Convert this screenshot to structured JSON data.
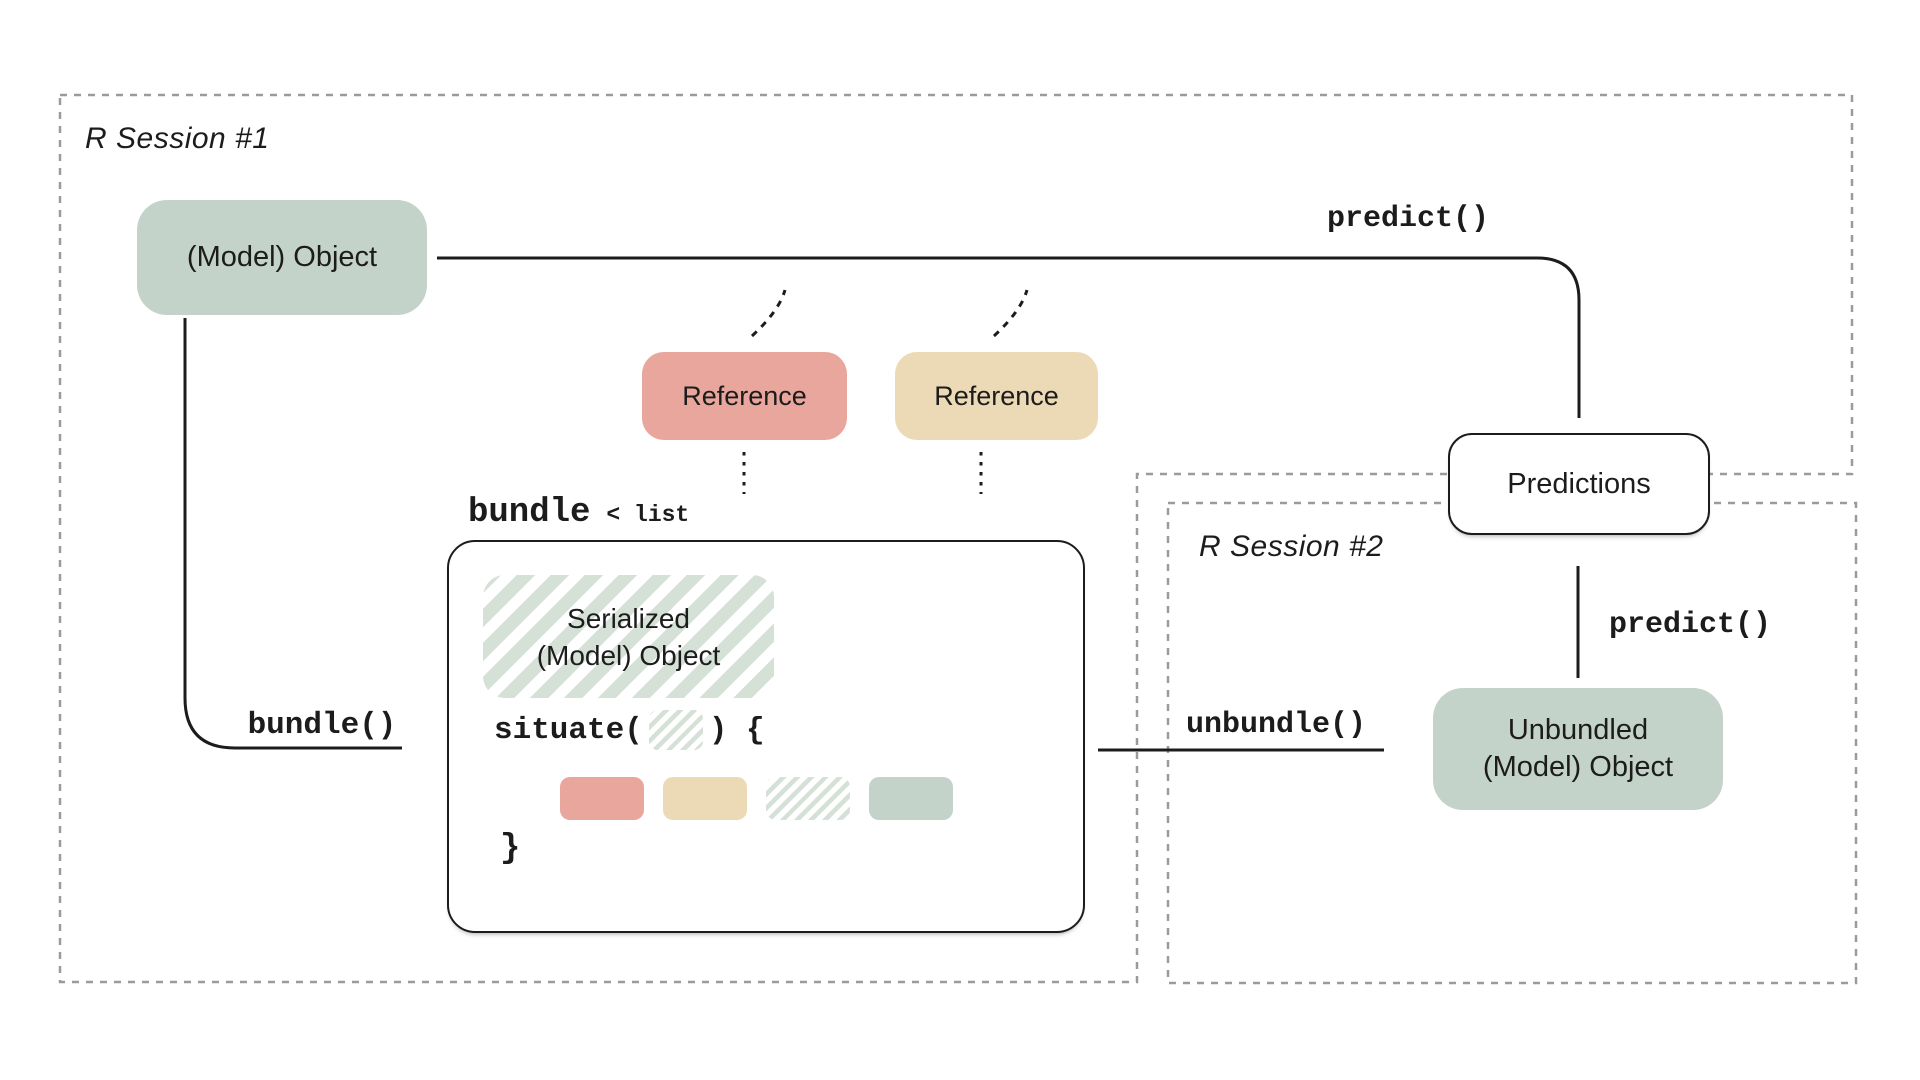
{
  "sessions": {
    "session1": {
      "label": "R Session #1"
    },
    "session2": {
      "label": "R Session #2"
    }
  },
  "nodes": {
    "model_object": {
      "label": "(Model) Object"
    },
    "reference_red": {
      "label": "Reference"
    },
    "reference_tan": {
      "label": "Reference"
    },
    "serialized": {
      "line1": "Serialized",
      "line2": "(Model) Object"
    },
    "predictions": {
      "label": "Predictions"
    },
    "unbundled": {
      "line1": "Unbundled",
      "line2": "(Model) Object"
    }
  },
  "code": {
    "predict_top": "predict()",
    "predict_right": "predict()",
    "bundle_fn": "bundle()",
    "unbundle_fn": "unbundle()",
    "bundle_var": "bundle",
    "bundle_type": "< list",
    "situate_open": "situate(",
    "situate_close": ") {",
    "brace_close": "}"
  },
  "colors": {
    "sage": "#c4d3c9",
    "salmon": "#e9a69d",
    "tan": "#ecdab6",
    "stripe": "#d5e0d7",
    "ink": "#1c1c1c",
    "dash": "#9b9b9b",
    "paper": "#ffffff"
  }
}
